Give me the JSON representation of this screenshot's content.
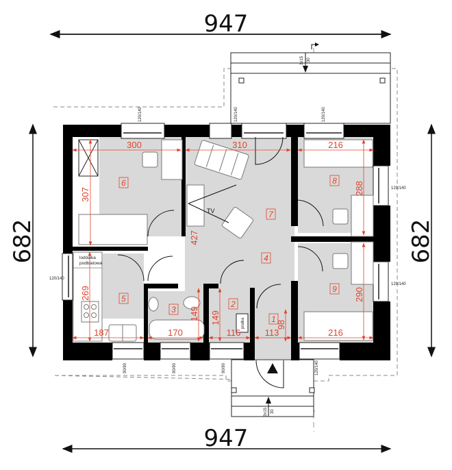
{
  "plan": {
    "overall_width": "947",
    "overall_width_bottom": "947",
    "overall_depth_left": "682",
    "overall_depth_right": "682",
    "colors": {
      "wall": "#000000",
      "floor": "#d9d9d9",
      "dimension": "#e0442a",
      "line": "#222222"
    },
    "rooms": [
      {
        "number": "1",
        "width": "113",
        "depth": "98"
      },
      {
        "number": "2",
        "width": "116",
        "depth": "149"
      },
      {
        "number": "3",
        "width": "170",
        "depth": "149"
      },
      {
        "number": "4",
        "depth": "427"
      },
      {
        "number": "5",
        "width": "187",
        "depth": "269"
      },
      {
        "number": "6",
        "width": "300",
        "depth": "307"
      },
      {
        "number": "7",
        "width": "310"
      },
      {
        "number": "8",
        "width": "216",
        "depth": "288"
      },
      {
        "number": "9",
        "width": "216",
        "depth": "290"
      }
    ],
    "windows": {
      "top": [
        "120/140",
        "120/140",
        "120/140"
      ],
      "left": "120/140",
      "right": [
        "120/140",
        "120/140"
      ],
      "bottom": [
        "90/90",
        "90/90",
        "90/90",
        "120/140"
      ]
    },
    "labels": {
      "fridge_line1": "lodówka",
      "fridge_line2": "podblatowa",
      "laundry": "pralka",
      "tv": "TV",
      "stairs_top_a": "3x15",
      "stairs_top_b": "30",
      "stairs_bottom_a": "3x15",
      "stairs_bottom_b": "30"
    }
  }
}
